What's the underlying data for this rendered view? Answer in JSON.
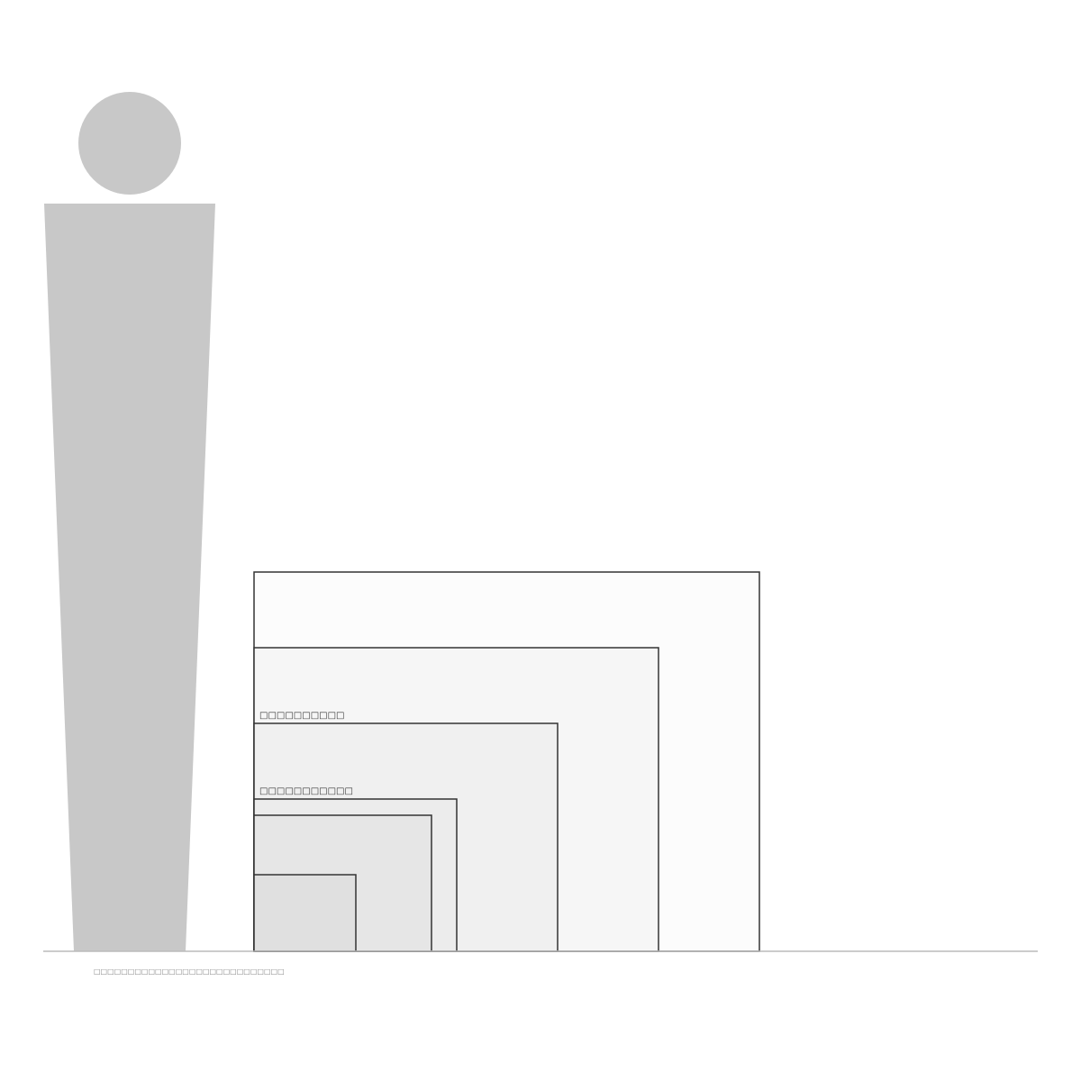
{
  "figure": {
    "person_color": "#c8c8c8",
    "ground_color": "#bbbbbb",
    "outline_color": "#333333",
    "scale_caption": "□□□□□□□□□□□□□□□□□□□□□□□□□□□□"
  },
  "boxes": [
    {
      "id": "box-1",
      "fill": "#fcfcfc",
      "label": ""
    },
    {
      "id": "box-2",
      "fill": "#f6f6f6",
      "label": ""
    },
    {
      "id": "box-3",
      "fill": "#f0f0f0",
      "label": "□□□□□□□□□□"
    },
    {
      "id": "box-4",
      "fill": "#ececec",
      "label": "□□□□□□□□□□□"
    },
    {
      "id": "box-5",
      "fill": "#e6e6e6",
      "label": ""
    },
    {
      "id": "box-6",
      "fill": "#e0e0e0",
      "label": ""
    }
  ]
}
